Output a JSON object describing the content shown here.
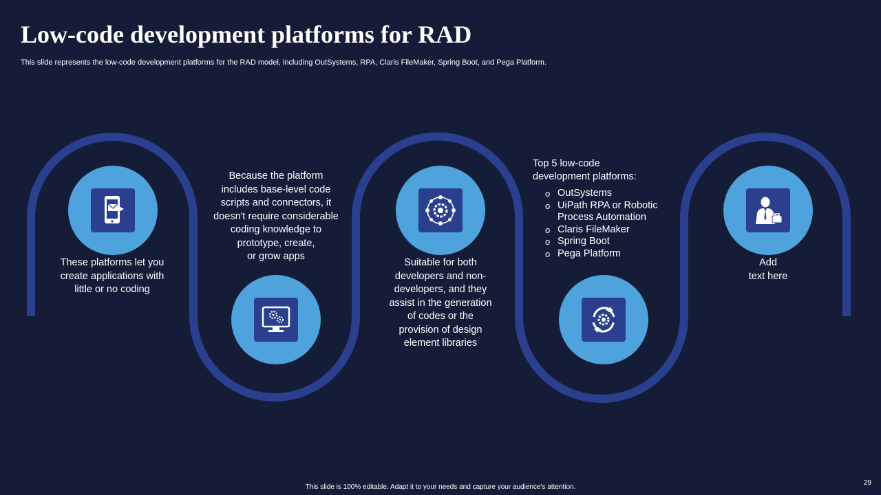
{
  "slide": {
    "title": "Low-code development platforms for RAD",
    "subtitle": "This slide represents the low-code development platforms for the RAD  model, including OutSystems, RPA, Claris FileMaker, Spring Boot, and Pega Platform.",
    "footer": "This slide is 100% editable.  Adapt it to your needs and capture your audience's attention.",
    "page_number": "29"
  },
  "colors": {
    "background": "#151c38",
    "track": "#2b3f8f",
    "circle": "#4fa3dc",
    "icon_box": "#2b3f8f",
    "text": "#ffffff"
  },
  "steps": [
    {
      "icon": "mobile-mail-icon",
      "text": [
        "These platforms let you",
        "create applications with",
        "little or no coding"
      ]
    },
    {
      "icon": "monitor-settings-icon",
      "text": [
        "Because the platform",
        "includes base-level code",
        "scripts and connectors, it",
        "doesn't require considerable",
        "coding knowledge to",
        "prototype, create,",
        "or grow apps"
      ]
    },
    {
      "icon": "network-gear-icon",
      "text": [
        "Suitable for both",
        "developers and non-",
        "developers, and they",
        "assist in the generation",
        "of codes or the",
        "provision of design",
        "element libraries"
      ]
    },
    {
      "icon": "cycle-gear-icon"
    },
    {
      "icon": "businessman-icon",
      "text": [
        "Add",
        "text here"
      ]
    }
  ],
  "platforms": {
    "heading": [
      "Top 5 low-code",
      "development platforms:"
    ],
    "bullet": "o",
    "items": [
      [
        "OutSystems"
      ],
      [
        "UiPath RPA or Robotic",
        "Process Automation"
      ],
      [
        "Claris FileMaker"
      ],
      [
        "Spring Boot"
      ],
      [
        "Pega Platform"
      ]
    ]
  }
}
